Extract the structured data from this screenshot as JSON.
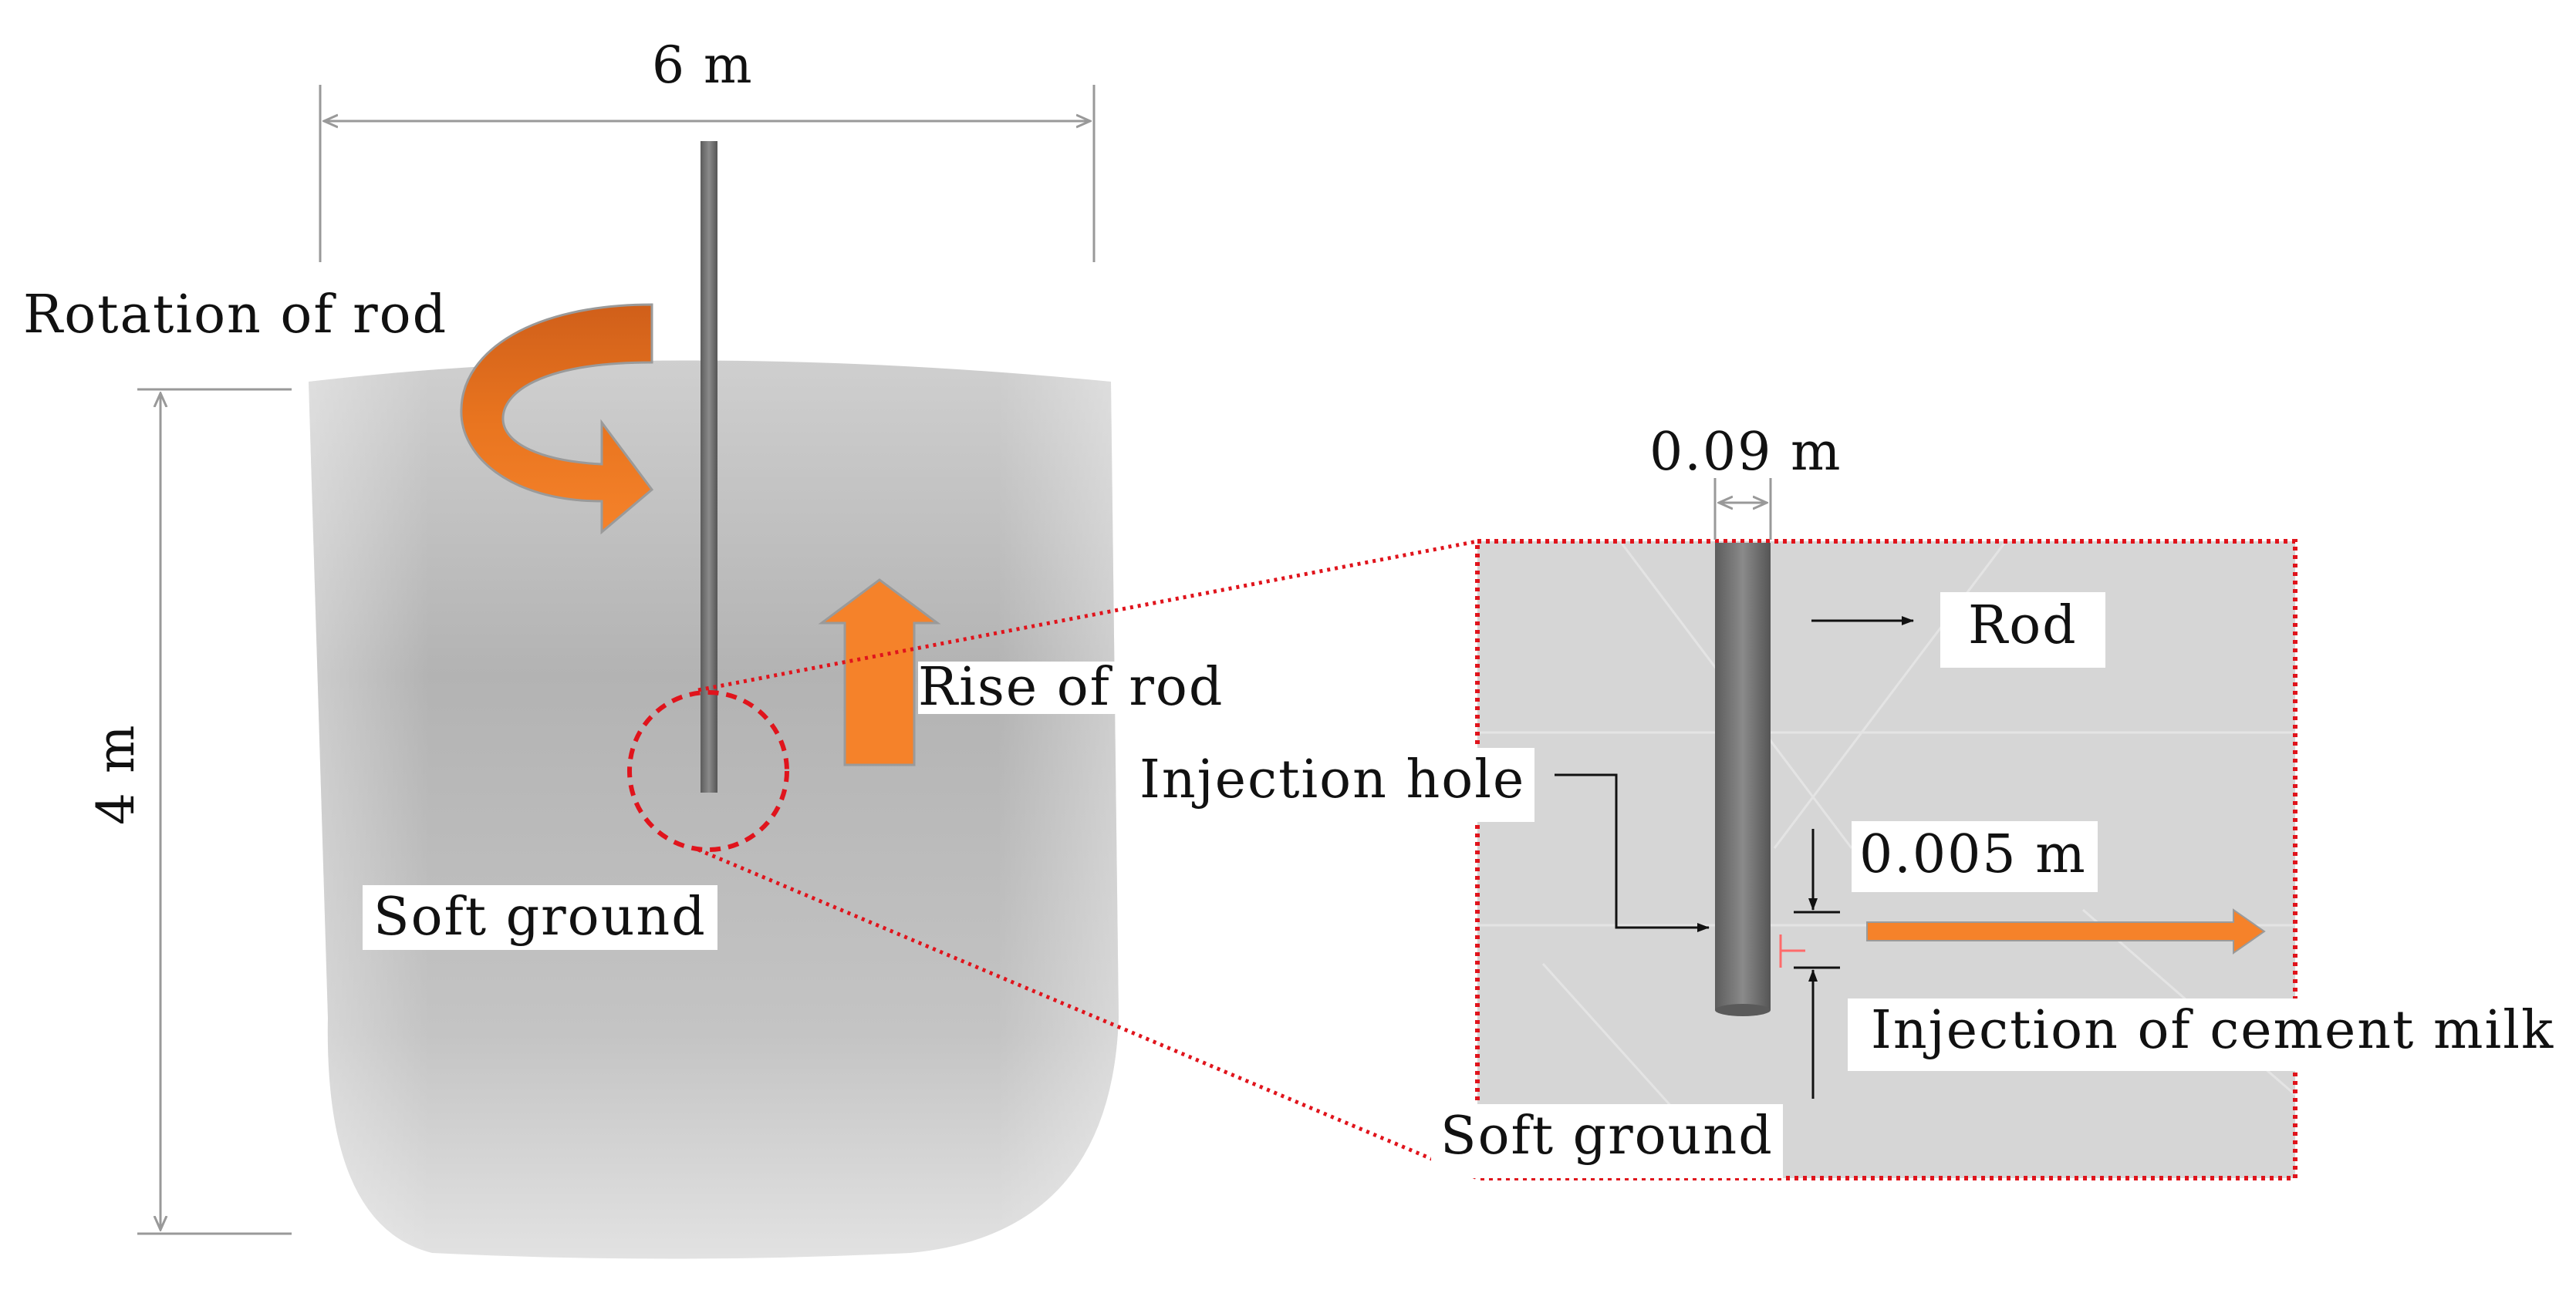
{
  "labels": {
    "width_dim": "6 m",
    "height_dim": "4 m",
    "rotation": "Rotation of rod",
    "rise": "Rise of rod",
    "soft_ground_left": "Soft ground",
    "rod_diameter": "0.09 m",
    "rod": "Rod",
    "injection_hole": "Injection hole",
    "hole_size": "0.005 m",
    "injection": "Injection of cement milk",
    "soft_ground_right": "Soft ground"
  },
  "colors": {
    "arrow_orange": "#f5822a",
    "rotation_orange_dark": "#d8621c",
    "callout_red": "#e0141c",
    "ground_gray": "#b9b9b9",
    "rod_gray": "#6b6b6b",
    "dimension_gray": "#999999"
  },
  "icons": {
    "rotation": "curved-rotation-arrow-icon",
    "rise": "up-arrow-icon",
    "injection": "right-arrow-icon"
  }
}
